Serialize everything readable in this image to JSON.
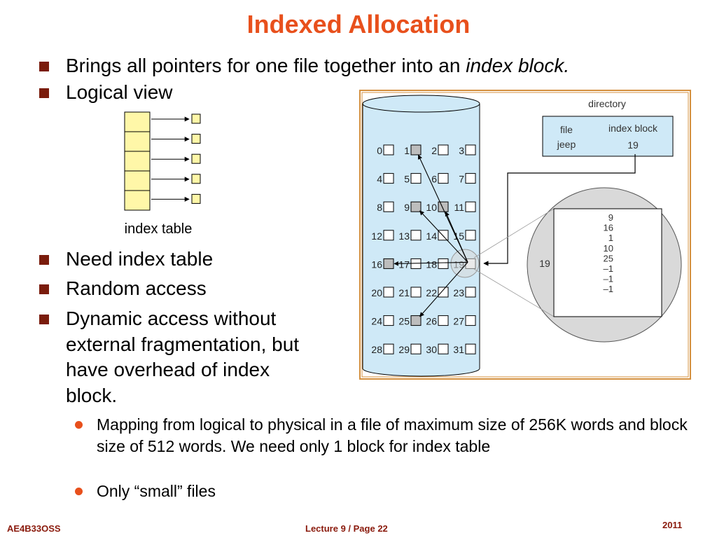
{
  "slide": {
    "title": "Indexed Allocation",
    "bullets": [
      {
        "text": "Brings all pointers for one file together into an ",
        "italic": "index block",
        "tail": "."
      },
      {
        "text": "Logical view"
      },
      {
        "text": "Need index table"
      },
      {
        "text": "Random access"
      },
      {
        "text": "Dynamic access without external fragmentation, but have overhead of index block.",
        "lines": [
          "Dynamic access without",
          "external fragmentation, but",
          "have overhead of index",
          "block."
        ]
      }
    ],
    "sub_bullets": [
      {
        "text": "Mapping from logical to physical in a file of maximum size of 256K words and block size of 512 words. We need only 1 block for index table"
      },
      {
        "text": "Only “small” files"
      }
    ],
    "footer": {
      "left": "AE4B33OSS",
      "center": "Lecture 9 / Page 22",
      "right": "2011"
    }
  },
  "logical_view": {
    "label": "index table",
    "entries": 5
  },
  "diagram": {
    "directory": {
      "title": "directory",
      "col_file": "file",
      "col_index": "index block",
      "file_name": "jeep",
      "index_block": "19"
    },
    "blocks": [
      "0",
      "1",
      "2",
      "3",
      "4",
      "5",
      "6",
      "7",
      "8",
      "9",
      "10",
      "11",
      "12",
      "13",
      "14",
      "15",
      "16",
      "17",
      "18",
      "19",
      "20",
      "21",
      "22",
      "23",
      "24",
      "25",
      "26",
      "27",
      "28",
      "29",
      "30",
      "31"
    ],
    "used_blocks": [
      "1",
      "9",
      "10",
      "16",
      "25"
    ],
    "index_block_number": "19",
    "index_block_entries": [
      "9",
      "16",
      "1",
      "10",
      "25",
      "–1",
      "–1",
      "–1"
    ],
    "colors": {
      "cylinder": "#cfe9f7",
      "directory_box": "#cfe9f7",
      "used_block": "#bdbdbd",
      "free_block": "#ffffff",
      "frame": "#d4903f",
      "entry_box": "#fff7a8"
    }
  }
}
